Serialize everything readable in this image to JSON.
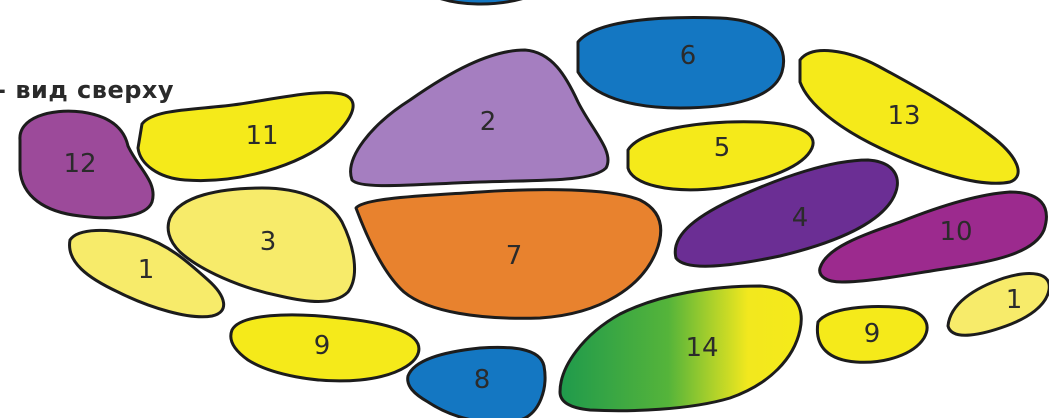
{
  "caption": "- вид сверху",
  "colors": {
    "yellow": "#f5ea1a",
    "light_yellow": "#f7eb6a",
    "violet": "#a57ec0",
    "blue": "#1477c2",
    "purple": "#6b2e94",
    "magenta": "#9c2a8e",
    "plum": "#9c4a9a",
    "orange": "#e8822e",
    "green": "#1f9f4a",
    "outline": "#1c1c1c"
  },
  "stones": [
    {
      "label": "12",
      "color": "plum"
    },
    {
      "label": "11",
      "color": "yellow"
    },
    {
      "label": "2",
      "color": "violet"
    },
    {
      "label": "6",
      "color": "blue"
    },
    {
      "label": "13",
      "color": "yellow"
    },
    {
      "label": "5",
      "color": "yellow"
    },
    {
      "label": "3",
      "color": "light_yellow"
    },
    {
      "label": "1",
      "color": "light_yellow"
    },
    {
      "label": "7",
      "color": "orange"
    },
    {
      "label": "4",
      "color": "purple"
    },
    {
      "label": "10",
      "color": "magenta"
    },
    {
      "label": "9",
      "color": "yellow"
    },
    {
      "label": "8",
      "color": "blue"
    },
    {
      "label": "14",
      "color": "green-to-yellow gradient"
    },
    {
      "label": "9",
      "color": "yellow"
    },
    {
      "label": "1",
      "color": "light_yellow"
    }
  ]
}
